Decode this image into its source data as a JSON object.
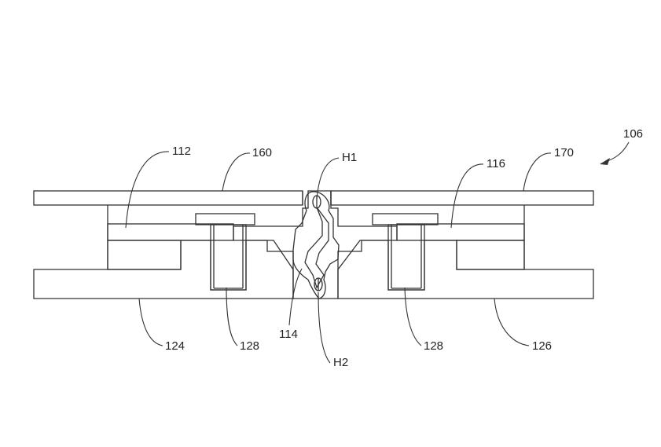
{
  "figure": {
    "labels": {
      "ref_106": "106",
      "ref_112": "112",
      "ref_160": "160",
      "ref_h1": "H1",
      "ref_116": "116",
      "ref_170": "170",
      "ref_124": "124",
      "ref_128_left": "128",
      "ref_114": "114",
      "ref_h2": "H2",
      "ref_128_right": "128",
      "ref_126": "126"
    },
    "colors": {
      "line": "#333333",
      "stipple": "#c8c8c8",
      "hatch": "#555555",
      "background": "#ffffff"
    }
  }
}
